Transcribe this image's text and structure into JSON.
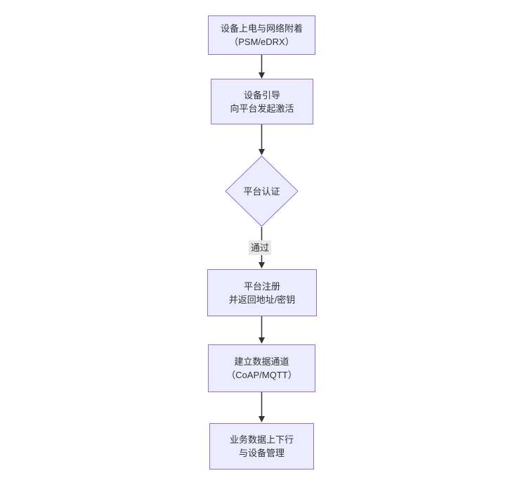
{
  "diagram": {
    "type": "flowchart",
    "direction": "top-down",
    "colors": {
      "node_fill": "#ECECFF",
      "node_border": "#9370DB",
      "node_text": "#333333",
      "edge_line": "#333333",
      "edge_label_bg": "#e8e8e8",
      "background": "#ffffff"
    },
    "nodes": [
      {
        "id": "power-attach",
        "shape": "rect",
        "lines": [
          "设备上电与网络附着",
          "（PSM/eDRX）"
        ]
      },
      {
        "id": "bootstrap",
        "shape": "rect",
        "lines": [
          "设备引导",
          "向平台发起激活"
        ]
      },
      {
        "id": "auth",
        "shape": "diamond",
        "lines": [
          "平台认证"
        ]
      },
      {
        "id": "register",
        "shape": "rect",
        "lines": [
          "平台注册",
          "并返回地址/密钥"
        ]
      },
      {
        "id": "channel",
        "shape": "rect",
        "lines": [
          "建立数据通道",
          "（CoAP/MQTT）"
        ]
      },
      {
        "id": "business",
        "shape": "rect",
        "lines": [
          "业务数据上下行",
          "与设备管理"
        ]
      }
    ],
    "edges": [
      {
        "from": "power-attach",
        "to": "bootstrap",
        "label": ""
      },
      {
        "from": "bootstrap",
        "to": "auth",
        "label": ""
      },
      {
        "from": "auth",
        "to": "register",
        "label": "通过"
      },
      {
        "from": "register",
        "to": "channel",
        "label": ""
      },
      {
        "from": "channel",
        "to": "business",
        "label": ""
      }
    ]
  }
}
